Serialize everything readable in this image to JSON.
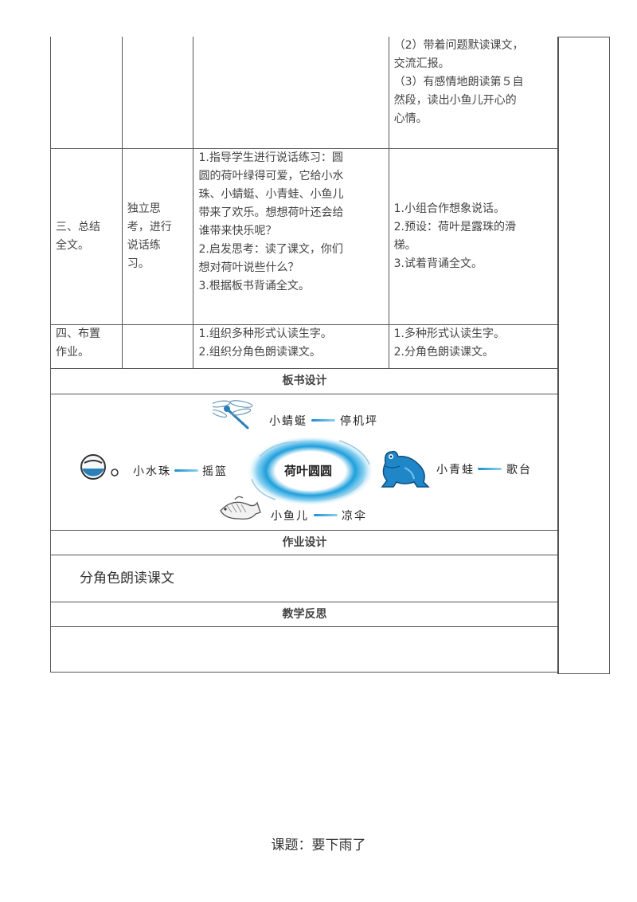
{
  "table": {
    "row_continued": {
      "col_d_lines": [
        "（2）带着问题默读课文，",
        "交流汇报。",
        "（3）有感情地朗读第５自",
        "然段，读出小鱼儿开心的",
        "心情。"
      ]
    },
    "row_3": {
      "stage_lines": [
        "三、总结",
        "全文。"
      ],
      "student_lines": [
        "独立思",
        "考，进行",
        "说话练",
        "习。"
      ],
      "teacher_lines": [
        "1.指导学生进行说话练习：圆",
        "圆的荷叶绿得可爱，它给小水",
        "珠、小蜻蜓、小青蛙、小鱼儿",
        "带来了欢乐。想想荷叶还会给",
        "谁带来快乐呢？",
        "2.启发思考：读了课文，你们",
        "想对荷叶说些什么？",
        "3.根据板书背诵全文。"
      ],
      "activity_lines": [
        "1.小组合作想象说话。",
        "2.预设：荷叶是露珠的滑",
        "梯。",
        "3.试着背诵全文。"
      ]
    },
    "row_4": {
      "stage_lines": [
        "四、布置",
        "作业。"
      ],
      "teacher_lines": [
        "1.组织多种形式认读生字。",
        "2.组织分角色朗读课文。"
      ],
      "activity_lines": [
        "1.多种形式认读生字。",
        "2.分角色朗读课文。"
      ]
    },
    "board_heading": "板书设计",
    "board": {
      "center": "荷叶圆圆",
      "top_left_label": "小蜻蜓",
      "top_right_label": "停机坪",
      "left_label": "小水珠",
      "left_target": "摇篮",
      "right_label": "小青蛙",
      "right_target": "歌台",
      "bottom_label": "小鱼儿",
      "bottom_target": "凉伞"
    },
    "homework_heading": "作业设计",
    "homework_text": "分角色朗读课文",
    "reflection_heading": "教学反思",
    "reflection_text": ""
  },
  "footer": {
    "title": "课题：要下雨了"
  },
  "colors": {
    "accent_blue": "#1a8fd0",
    "frog_blue": "#1f86c8",
    "border": "#555555"
  }
}
